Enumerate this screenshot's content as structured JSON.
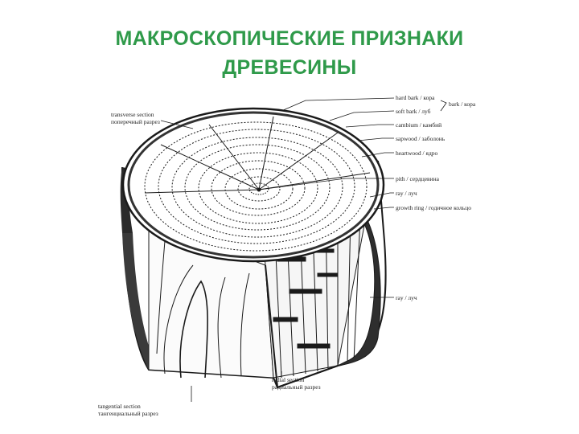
{
  "title": {
    "line1": "МАКРОСКОПИЧЕСКИЕ ПРИЗНАКИ",
    "line2": "ДРЕВЕСИНЫ"
  },
  "labels": {
    "hard_bark": "hard bark / кора",
    "soft_bark": "soft bark / луб",
    "bark_group": "bark / кора",
    "cambium": "cambium / камбий",
    "sapwood": "sapwood / заболонь",
    "heartwood": "heartwood / ядро",
    "pith": "pith / сердцевина",
    "ray": "ray / луч",
    "growth_ring": "growth ring / годичное кольцо",
    "ray_lower": "ray / луч",
    "transverse_en": "transverse section",
    "transverse_ru": "поперечный разрез",
    "radial_en": "radial section",
    "radial_ru": "радиальный разрез",
    "tangential_en": "tangential section",
    "tangential_ru": "тангенциальный разрез"
  },
  "colors": {
    "title": "#2f9a4a",
    "ink": "#1a1a1a"
  }
}
